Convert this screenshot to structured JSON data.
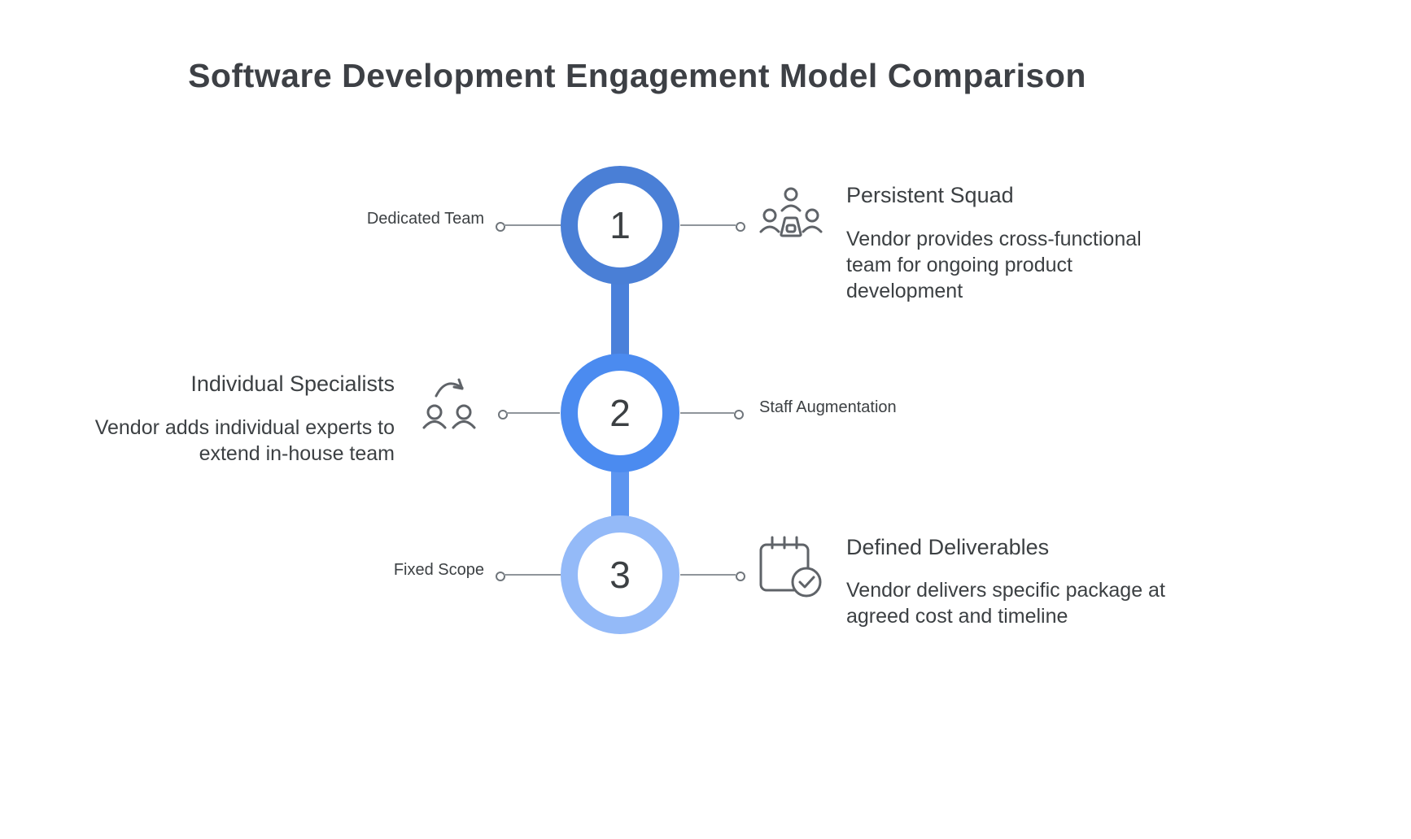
{
  "title": "Software Development Engagement Model Comparison",
  "colors": {
    "ring1": "#4a7fd6",
    "ring2": "#4b8bf0",
    "ring3": "#94baf8",
    "connector1": "#4a80da",
    "connector2": "#5c95f0",
    "text": "#3c4043",
    "icon": "#5f6368",
    "line": "#8f959b"
  },
  "steps": [
    {
      "number": "1",
      "side_label": "Dedicated Team",
      "heading": "Persistent Squad",
      "description": "Vendor provides cross-functional team for ongoing product development",
      "icon": "team-icon"
    },
    {
      "number": "2",
      "side_label": "Staff Augmentation",
      "heading": "Individual Specialists",
      "description": "Vendor adds individual experts to extend in-house team",
      "icon": "people-add-icon"
    },
    {
      "number": "3",
      "side_label": "Fixed Scope",
      "heading": "Defined Deliverables",
      "description": "Vendor delivers specific package at agreed cost and timeline",
      "icon": "calendar-check-icon"
    }
  ]
}
